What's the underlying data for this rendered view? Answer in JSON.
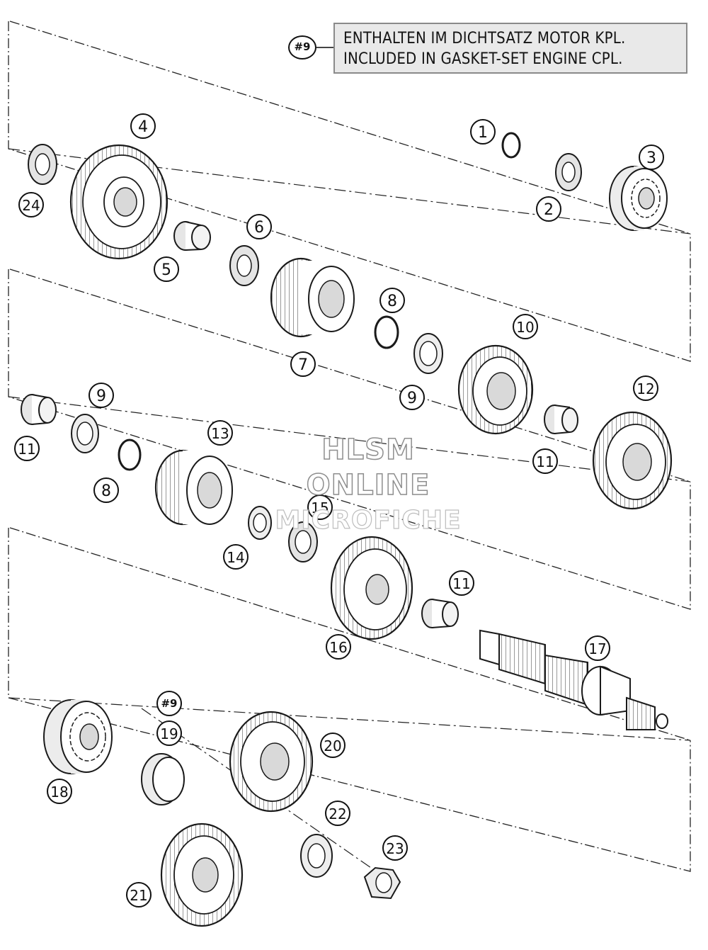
{
  "note": {
    "tag": "#9",
    "line1": "ENTHALTEN IM DICHTSATZ MOTOR KPL.",
    "line2": "INCLUDED IN GASKET-SET ENGINE CPL."
  },
  "watermark": {
    "line1": "HLSM",
    "line2": "ONLINE",
    "line3": "MICROFICHE"
  },
  "callouts": [
    "1",
    "2",
    "3",
    "4",
    "5",
    "6",
    "7",
    "8",
    "9",
    "10",
    "11",
    "12",
    "13",
    "14",
    "15",
    "16",
    "17",
    "18",
    "19",
    "20",
    "21",
    "22",
    "23",
    "24",
    "#9"
  ],
  "colors": {
    "ink": "#1a1a1a",
    "part_fill": "#ffffff",
    "part_shade": "#d6d6d6",
    "note_bg": "#e9e9e9"
  }
}
